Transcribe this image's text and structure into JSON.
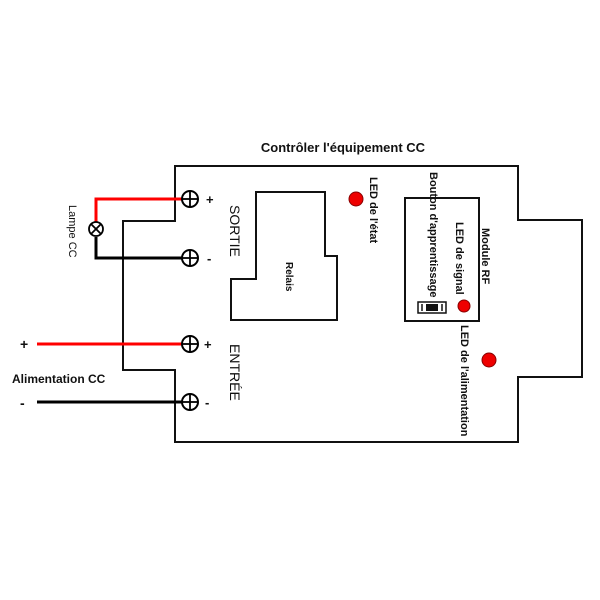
{
  "title": "Contrôler l'équipement CC",
  "colors": {
    "positive_wire": "#ff0000",
    "negative_wire": "#000000",
    "led": "#ee0000",
    "outline": "#111111"
  },
  "board": {
    "output_label": "SORTIE",
    "input_label": "ENTRÉE",
    "relay_label": "Relais",
    "status_led_label": "LED de l'état",
    "power_led_label": "LED de l'alimentation"
  },
  "rf_module": {
    "label": "Module RF",
    "signal_led_label": "LED de signal",
    "learn_button_label": "Bouton d'apprentissage"
  },
  "terminals": {
    "output_plus": "+",
    "output_minus": "-",
    "input_plus": "+",
    "input_minus": "-"
  },
  "lamp": {
    "label": "Lampe CC",
    "icon": "lamp-icon"
  },
  "power_supply": {
    "label": "Alimentation CC",
    "plus": "+",
    "minus": "-"
  }
}
